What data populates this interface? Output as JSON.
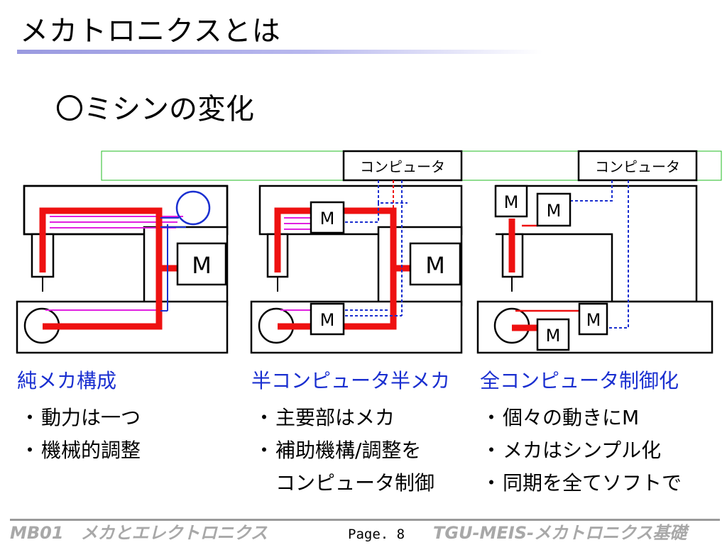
{
  "title": "メカトロニクスとは",
  "subtitle": "〇ミシンの変化",
  "diagram": {
    "computer_label": "コンピュータ",
    "motor_label": "M"
  },
  "columns": [
    {
      "heading": "純メカ構成",
      "bullets": [
        {
          "marker": "・",
          "text": "動力は一つ"
        },
        {
          "marker": "・",
          "text": "機械的調整"
        }
      ]
    },
    {
      "heading": "半コンピュータ半メカ",
      "bullets": [
        {
          "marker": "・",
          "text": "主要部はメカ"
        },
        {
          "marker": "・",
          "text": "補助機構/調整を"
        },
        {
          "marker": "",
          "text": "コンピュータ制御"
        }
      ]
    },
    {
      "heading": "全コンピュータ制御化",
      "bullets": [
        {
          "marker": "・",
          "text": "個々の動きにM"
        },
        {
          "marker": "・",
          "text": "メカはシンプル化"
        },
        {
          "marker": "・",
          "text": "同期を全てソフトで"
        }
      ]
    }
  ],
  "footer": {
    "left": "MB01　メカとエレクトロニクス",
    "page": "Page. 8",
    "right": "TGU-MEIS-メカトロニクス基礎"
  },
  "colors": {
    "heading": "#1a2fd0",
    "drive": "#ee1111",
    "signal": "#1a2fd0",
    "thread": "#e020e0",
    "highlight": "#22bb22",
    "footer": "#a8a8a8"
  }
}
